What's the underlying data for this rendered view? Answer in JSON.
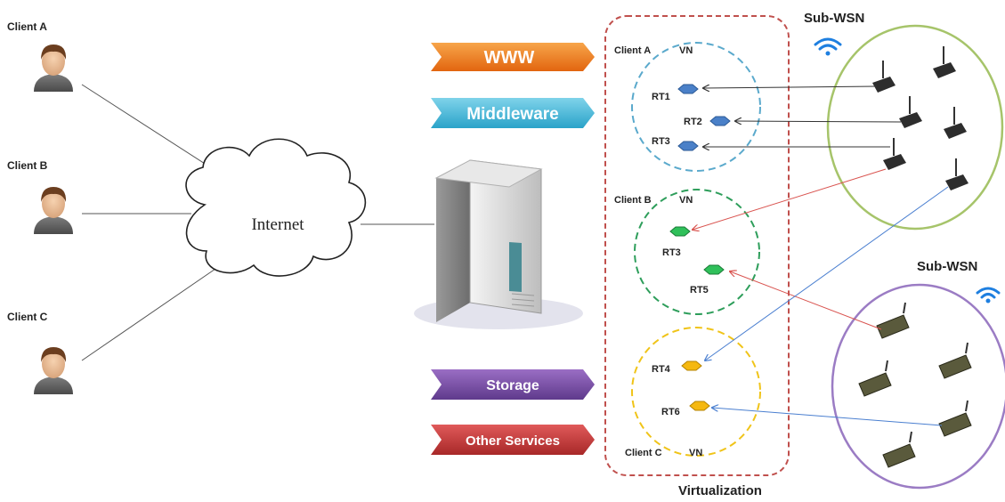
{
  "clients": [
    {
      "label": "Client A"
    },
    {
      "label": "Client B"
    },
    {
      "label": "Client C"
    }
  ],
  "internet_label": "Internet",
  "services": {
    "top": [
      "WWW",
      "Middleware"
    ],
    "bottom": [
      "Storage",
      "Other Services"
    ]
  },
  "virtualization_label": "Virtualization",
  "vn_groups": [
    {
      "client": "Client A",
      "vn": "VN",
      "nodes": [
        "RT1",
        "RT2",
        "RT3"
      ],
      "color": "#5aa9cc"
    },
    {
      "client": "Client B",
      "vn": "VN",
      "nodes": [
        "RT3",
        "RT5"
      ],
      "color": "#2e9e5b"
    },
    {
      "client": "Client C",
      "vn": "VN",
      "nodes": [
        "RT4",
        "RT6"
      ],
      "color": "#f0c419"
    }
  ],
  "sub_wsn": [
    {
      "label": "Sub-WSN",
      "color": "#a6c46a"
    },
    {
      "label": "Sub-WSN",
      "color": "#9b7cc4"
    }
  ],
  "colors": {
    "www": "#f07a1a",
    "middleware": "#3cb4d8",
    "storage": "#7b4fa6",
    "other_services": "#c43a3a",
    "virtualization_border": "#c0504d",
    "wifi": "#1e7fe0"
  }
}
